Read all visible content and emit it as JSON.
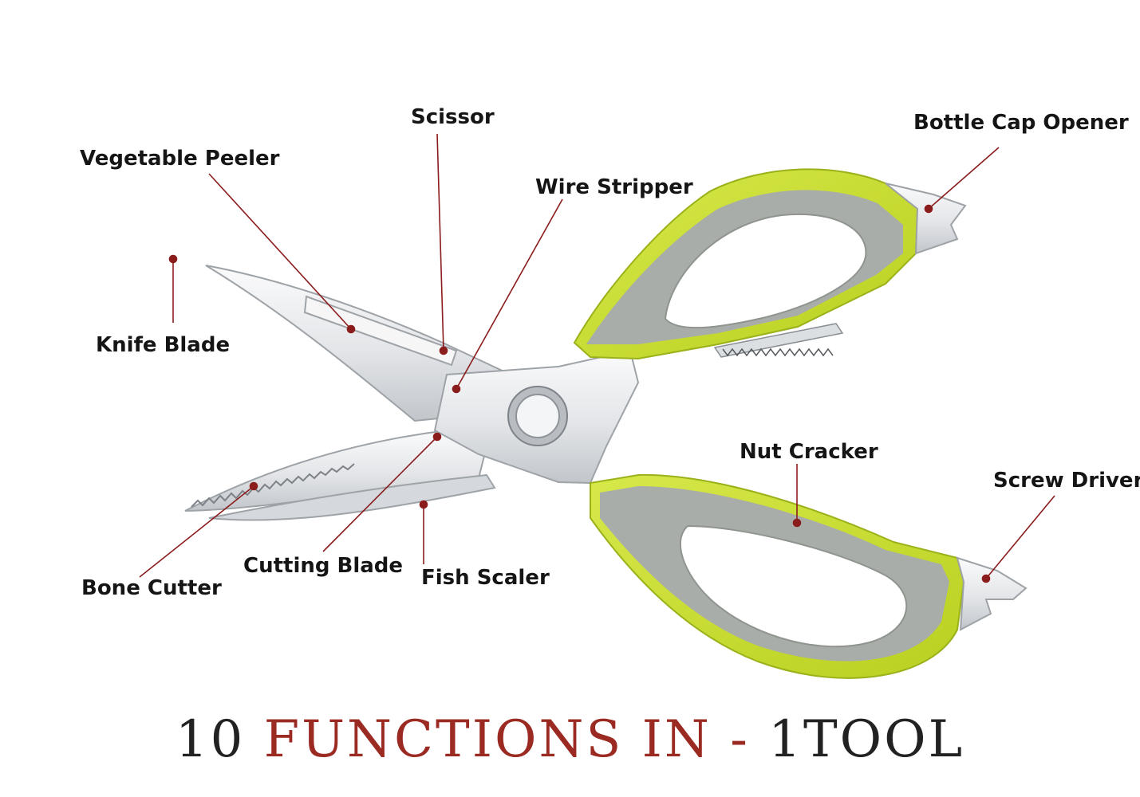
{
  "callouts": {
    "scissor": "Scissor",
    "bottle_cap_opener": "Bottle Cap Opener",
    "vegetable_peeler": "Vegetable Peeler",
    "wire_stripper": "Wire Stripper",
    "knife_blade": "Knife Blade",
    "nut_cracker": "Nut  Cracker",
    "screw_driver": "Screw Driver",
    "cutting_blade": "Cutting Blade",
    "fish_scaler": "Fish Scaler",
    "bone_cutter": "Bone Cutter"
  },
  "tagline": {
    "count": "10",
    "functions": "FUNCTIONS",
    "in": "IN",
    "dash": "-",
    "one": "1",
    "tool": "TOOL"
  },
  "colors": {
    "handle_green": "#c6dc2e",
    "handle_grey": "#a6aaa6",
    "blade_steel": "#e6e8ea",
    "leader_red": "#8a1c1c",
    "title_red": "#9a2a22"
  }
}
